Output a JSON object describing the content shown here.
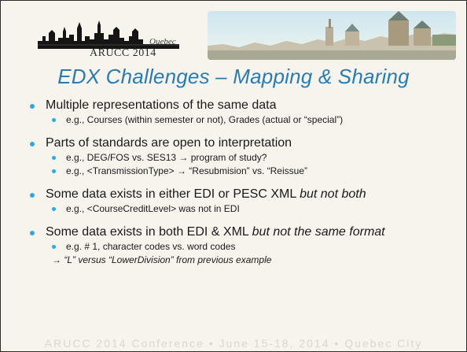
{
  "header": {
    "logo_location": "Quebec",
    "logo_text": "ARUCC 2014"
  },
  "title": "EDX Challenges – Mapping & Sharing",
  "bullets": [
    {
      "text": "Multiple representations of the same data",
      "subs": [
        "e.g., Courses (within semester or not), Grades (actual or “special”)"
      ]
    },
    {
      "text": "Parts of standards are open to interpretation",
      "subs": [
        "e.g., DEG/FOS vs. SES13 → program of study?",
        "e.g., <TransmissionType> → “Resubmision” vs. “Reissue”"
      ]
    },
    {
      "text_plain": "Some data exists in either EDI or PESC XML ",
      "text_em": "but not both",
      "subs": [
        "e.g., <CourseCreditLevel> was not in EDI"
      ]
    },
    {
      "text_plain": "Some data exists in both EDI & XML ",
      "text_em": "but not the same format",
      "subs": [
        "e.g. # 1, character codes vs. word codes"
      ],
      "arrow_note": "→ “L” versus “LowerDivision” from previous example"
    }
  ],
  "footer": "ARUCC 2014 Conference • June 15-18, 2014 • Quebec City"
}
